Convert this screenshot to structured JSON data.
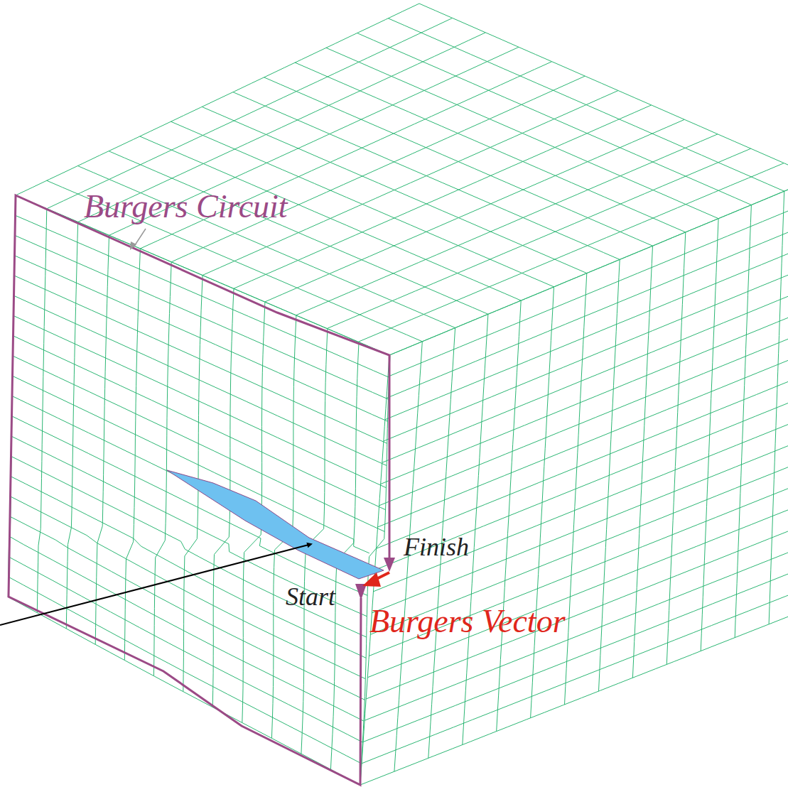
{
  "diagram": {
    "labels": [
      "Burgers Circuit",
      "Finish",
      "Start",
      "Burgers Vector"
    ]
  }
}
